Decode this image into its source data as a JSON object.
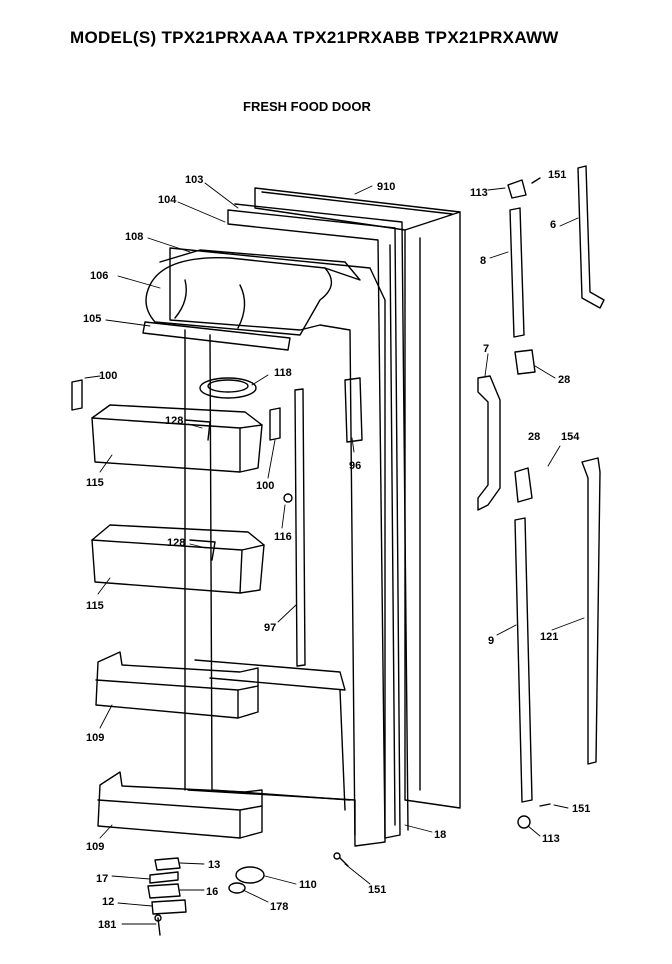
{
  "header": {
    "title": "MODEL(S) TPX21PRXAAA  TPX21PRXABB  TPX21PRXAWW",
    "subtitle": "FRESH FOOD DOOR"
  },
  "callouts": [
    {
      "id": "c103",
      "text": "103"
    },
    {
      "id": "c104",
      "text": "104"
    },
    {
      "id": "c108",
      "text": "108"
    },
    {
      "id": "c106",
      "text": "106"
    },
    {
      "id": "c105",
      "text": "105"
    },
    {
      "id": "c910",
      "text": "910"
    },
    {
      "id": "c113a",
      "text": "113"
    },
    {
      "id": "c151a",
      "text": "151"
    },
    {
      "id": "c6",
      "text": "6"
    },
    {
      "id": "c8",
      "text": "8"
    },
    {
      "id": "c7",
      "text": "7"
    },
    {
      "id": "c28a",
      "text": "28"
    },
    {
      "id": "c100a",
      "text": "100"
    },
    {
      "id": "c118",
      "text": "118"
    },
    {
      "id": "c128a",
      "text": "128"
    },
    {
      "id": "c115a",
      "text": "115"
    },
    {
      "id": "c96",
      "text": "96"
    },
    {
      "id": "c100b",
      "text": "100"
    },
    {
      "id": "c28b",
      "text": "28"
    },
    {
      "id": "c154",
      "text": "154"
    },
    {
      "id": "c116",
      "text": "116"
    },
    {
      "id": "c128b",
      "text": "128"
    },
    {
      "id": "c115b",
      "text": "115"
    },
    {
      "id": "c97",
      "text": "97"
    },
    {
      "id": "c9",
      "text": "9"
    },
    {
      "id": "c121",
      "text": "121"
    },
    {
      "id": "c109a",
      "text": "109"
    },
    {
      "id": "c109b",
      "text": "109"
    },
    {
      "id": "c151b",
      "text": "151"
    },
    {
      "id": "c113b",
      "text": "113"
    },
    {
      "id": "c18",
      "text": "18"
    },
    {
      "id": "c13",
      "text": "13"
    },
    {
      "id": "c17",
      "text": "17"
    },
    {
      "id": "c16",
      "text": "16"
    },
    {
      "id": "c110",
      "text": "110"
    },
    {
      "id": "c12",
      "text": "12"
    },
    {
      "id": "c178",
      "text": "178"
    },
    {
      "id": "c151c",
      "text": "151"
    },
    {
      "id": "c181",
      "text": "181"
    }
  ]
}
